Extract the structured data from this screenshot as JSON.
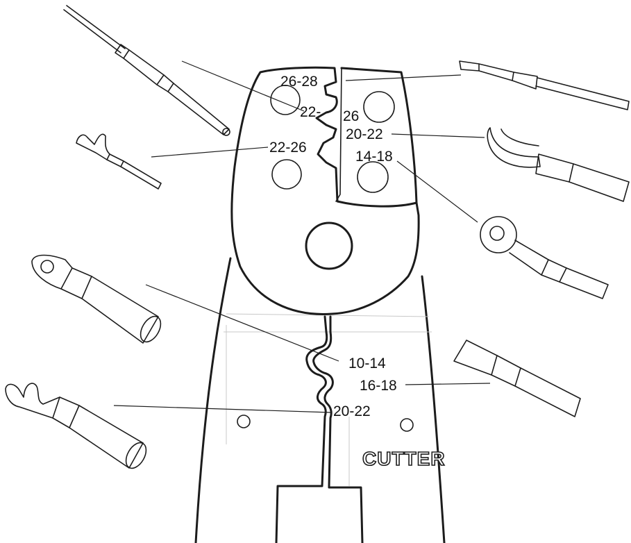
{
  "labels": {
    "l_26_28": "26-28",
    "l_22": "22-",
    "l_26": "26",
    "l_20_22_top": "20-22",
    "l_22_26": "22-26",
    "l_14_18": "14-18",
    "l_10_14": "10-14",
    "l_16_18": "16-18",
    "l_20_22_bottom": "20-22"
  },
  "tool_text": "CUTTER",
  "terminals": [
    "butt-splice-connector",
    "pin-terminal",
    "small-spade-terminal",
    "insulated-spade-terminal",
    "insulated-ring-terminal",
    "heavy-ring-lug",
    "heavy-fork-lug",
    "female-disconnect-terminal"
  ]
}
